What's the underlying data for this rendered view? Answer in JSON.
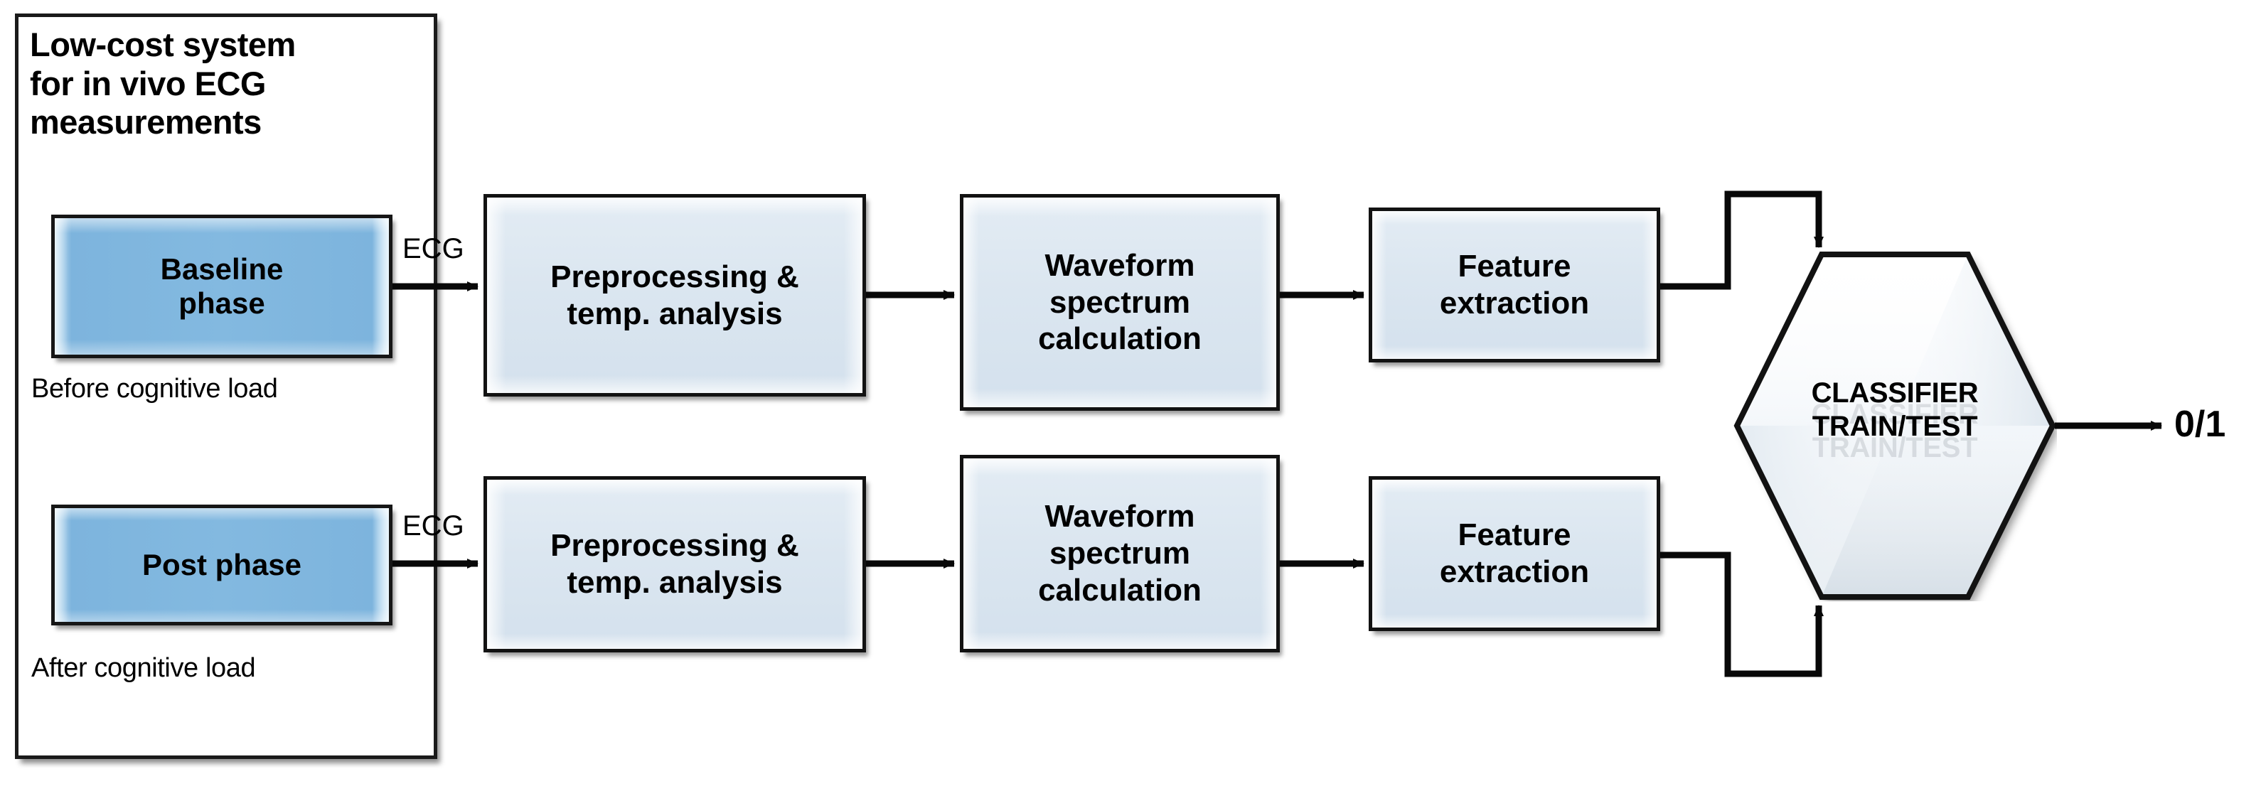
{
  "diagram": {
    "title": "ECG cognitive load classification pipeline",
    "group": {
      "title": "Low-cost system\nfor in vivo ECG\nmeasurements"
    },
    "colors": {
      "phase_fill": "#83b9e0",
      "process_fill": "#dbe6f0",
      "hexagon_fill": "#eef3f7",
      "stroke": "#121212",
      "background": "#ffffff"
    },
    "rows": [
      {
        "id": "baseline",
        "phase_label": "Baseline\nphase",
        "caption": "Before cognitive load",
        "edge_label": "ECG",
        "steps": [
          "Preprocessing &\ntemp. analysis",
          "Waveform\nspectrum\ncalculation",
          "Feature\nextraction"
        ]
      },
      {
        "id": "post",
        "phase_label": "Post phase",
        "caption": "After cognitive load",
        "edge_label": "ECG",
        "steps": [
          "Preprocessing &\ntemp. analysis",
          "Waveform\nspectrum\ncalculation",
          "Feature\nextraction"
        ]
      }
    ],
    "classifier": {
      "label": "CLASSIFIER\nTRAIN/TEST",
      "shape": "hexagon"
    },
    "output": {
      "label": "0/1"
    }
  }
}
